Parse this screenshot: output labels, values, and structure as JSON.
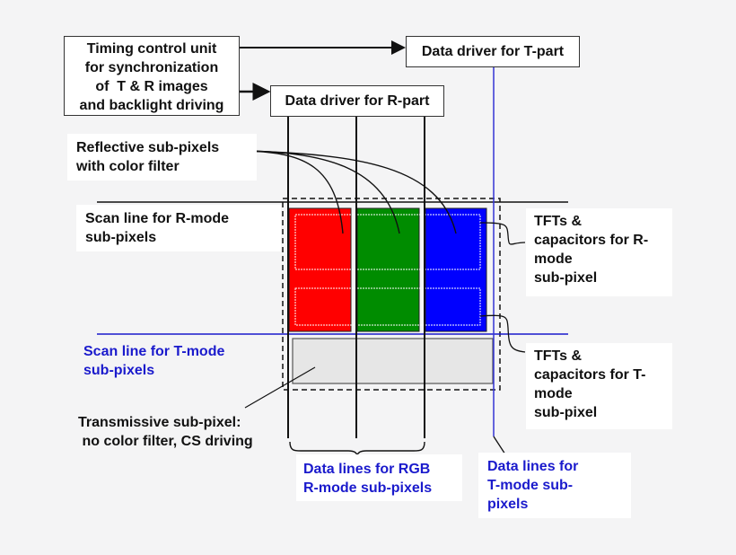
{
  "diagram": {
    "timing_box": {
      "lines": [
        "Timing control unit",
        "for synchronization",
        "of  T & R images",
        "and backlight driving"
      ]
    },
    "t_driver_box": {
      "label": "Data driver for T-part"
    },
    "r_driver_box": {
      "label": "Data driver for R-part"
    },
    "reflective_label": {
      "lines": [
        "Reflective sub-pixels",
        "with color filter"
      ]
    },
    "scan_r_label": {
      "lines": [
        "Scan line for R-mode",
        "sub-pixels"
      ]
    },
    "scan_t_label": {
      "lines": [
        "Scan line for T-mode",
        "sub-pixels"
      ]
    },
    "transmissive_label": {
      "lines": [
        "Transmissive sub-pixel:",
        " no color filter, CS driving"
      ]
    },
    "tft_r_label": {
      "lines": [
        "TFTs &",
        "capacitors for R-",
        "mode",
        "sub-pixel"
      ]
    },
    "tft_t_label": {
      "lines": [
        "TFTs &",
        "capacitors for T-",
        "mode",
        "sub-pixel"
      ]
    },
    "data_rgb_label": {
      "lines": [
        "Data lines for RGB",
        "R-mode sub-pixels"
      ]
    },
    "data_t_label": {
      "lines": [
        "Data lines for",
        "T-mode sub-",
        "pixels"
      ]
    },
    "colors": {
      "red_subpixel": "#ff0000",
      "green_subpixel": "#008c00",
      "blue_subpixel": "#0000ff",
      "transmissive_subpixel": "#e6e6e6",
      "t_mode_lines": "#1a1acc",
      "background": "#f4f4f5"
    }
  }
}
